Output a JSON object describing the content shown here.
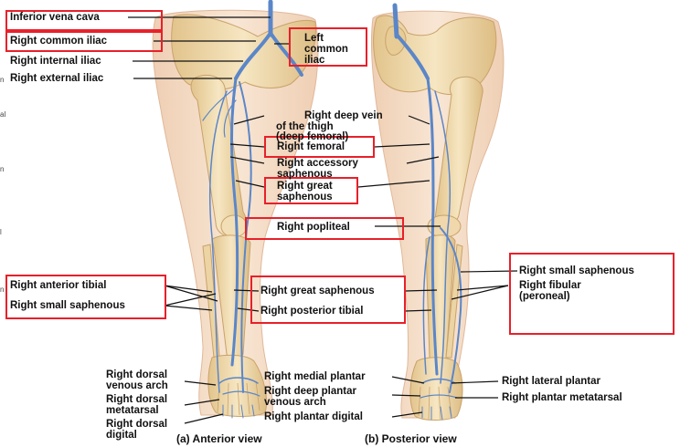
{
  "labels": {
    "inferior_vena_cava": "Inferior vena cava",
    "right_common_iliac": "Right common iliac",
    "right_internal_iliac": "Right internal iliac",
    "right_external_iliac": "Right external iliac",
    "left_common_iliac_1": "Left",
    "left_common_iliac_2": "common",
    "left_common_iliac_3": "iliac",
    "deep_vein_1": "Right deep vein",
    "deep_vein_2": "of the thigh",
    "deep_vein_3": "(deep femoral)",
    "right_femoral": "Right femoral",
    "accessory_1": "Right accessory",
    "accessory_2": "saphenous",
    "great_saph_1": "Right great",
    "great_saph_2": "saphenous",
    "right_popliteal": "Right popliteal",
    "right_anterior_tibial": "Right anterior tibial",
    "right_small_saphenous_left": "Right small saphenous",
    "right_great_saphenous": "Right great saphenous",
    "right_posterior_tibial": "Right posterior tibial",
    "right_small_saphenous_right": "Right small saphenous",
    "fibular_1": "Right fibular",
    "fibular_2": "(peroneal)",
    "dorsal_arch_1": "Right dorsal",
    "dorsal_arch_2": "venous arch",
    "dorsal_meta_1": "Right dorsal",
    "dorsal_meta_2": "metatarsal",
    "dorsal_digital_1": "Right dorsal",
    "dorsal_digital_2": "digital",
    "medial_plantar": "Right medial plantar",
    "deep_plantar_1": "Right deep plantar",
    "deep_plantar_2": "venous arch",
    "plantar_digital": "Right plantar digital",
    "lateral_plantar": "Right lateral plantar",
    "plantar_metatarsal": "Right plantar metatarsal"
  },
  "captions": {
    "anterior": "(a) Anterior view",
    "posterior": "(b) Posterior view"
  },
  "edge_fragments": [
    "n",
    "al",
    "n",
    "l",
    "n"
  ],
  "colors": {
    "highlight_box": "#e8202a",
    "vein": "#5b86c8",
    "bone": "#efd9a8",
    "skin": "#f6e3cf"
  }
}
